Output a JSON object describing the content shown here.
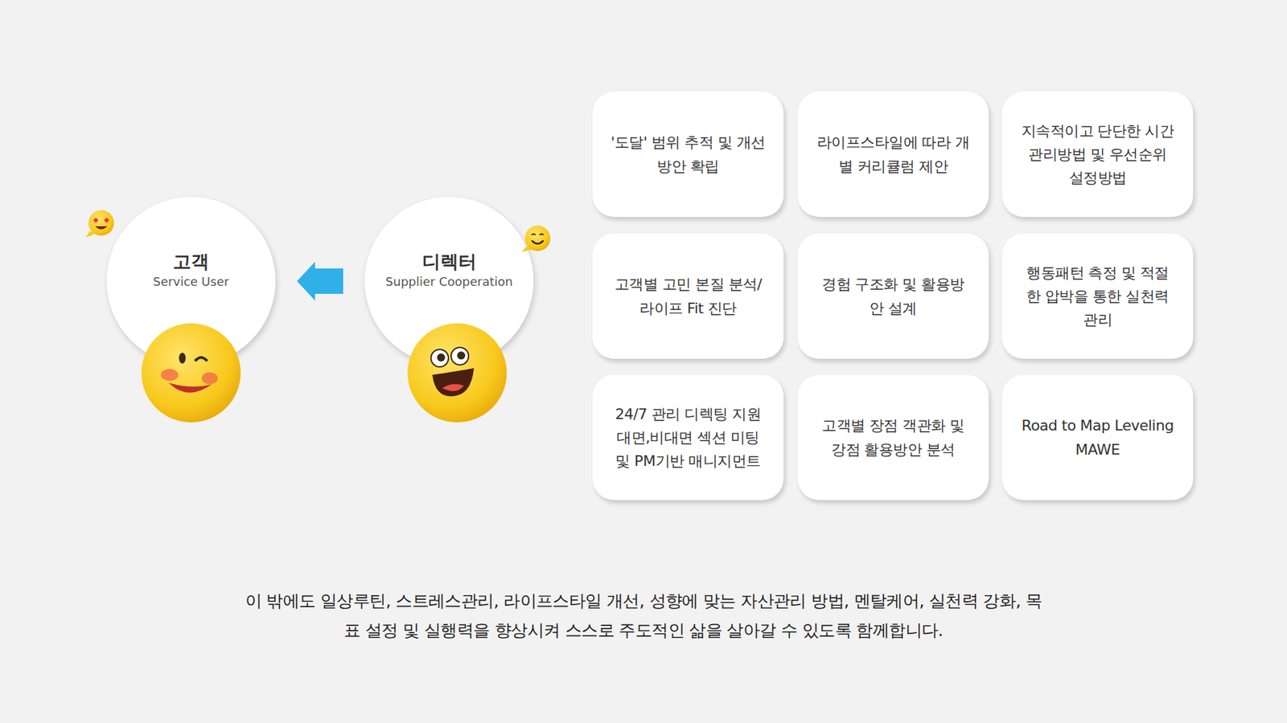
{
  "diagram": {
    "caption": "이 밖에도 일상루틴, 스트레스관리, 라이프스타일 개선, 성향에 맞는 자산관리 방법, 멘탈케어, 실천력 강화, 목표 설정 및 실행력을 향상시켜 스스로 주도적인 삶을 살아갈 수 있도록 함께합니다.",
    "nodes": [
      {
        "text": [
          "고객",
          "Service User"
        ]
      },
      {
        "text": [
          "디렉터",
          "Supplier Cooperation"
        ]
      },
      {
        "text": [
          "'도달' 범위 추적 및 개선방안 확립"
        ]
      },
      {
        "text": [
          "라이프스타일에 따라 개별 커리큘럼 제안"
        ]
      },
      {
        "text": [
          "지속적이고 단단한 시간관리방법 및 우선순위 설정방법"
        ]
      },
      {
        "text": [
          "고객별 고민 본질 분석/ 라이프 Fit 진단"
        ]
      },
      {
        "text": [
          "경험 구조화 및 활용방안 설계"
        ]
      },
      {
        "text": [
          "행동패턴 측정 및 적절한 압박을 통한 실천력 관리"
        ]
      },
      {
        "text": [
          "24/7 관리 디렉팅 지원 대면,비대면 섹션 미팅 및 PM기반 매니지먼트"
        ]
      },
      {
        "text": [
          "고객별 장점 객관화 및 강점 활용방안 분석"
        ]
      },
      {
        "text": [
          "Road to Map Leveling MAWE"
        ]
      }
    ],
    "edges": [
      {
        "from": 1,
        "to": 0,
        "arrow": "to"
      }
    ]
  }
}
